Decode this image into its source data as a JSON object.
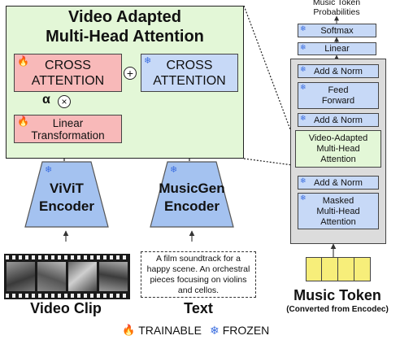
{
  "attention_panel": {
    "title_line1": "Video Adapted",
    "title_line2": "Multi-Head Attention",
    "cross_attention_trainable_line1": "CROSS",
    "cross_attention_trainable_line2": "ATTENTION",
    "cross_attention_frozen_line1": "CROSS",
    "cross_attention_frozen_line2": "ATTENTION",
    "plus_symbol": "+",
    "alpha_symbol": "α",
    "times_symbol": "×",
    "linear_line1": "Linear",
    "linear_line2": "Transformation"
  },
  "encoders": {
    "vivit_line1": "ViViT",
    "vivit_line2": "Encoder",
    "musicgen_line1": "MusicGen",
    "musicgen_line2": "Encoder"
  },
  "inputs": {
    "video_label": "Video Clip",
    "text_prompt": "A film soundtrack for a happy scene. An orchestral pieces focusing on violins and cellos.",
    "text_label": "Text"
  },
  "decoder": {
    "output_label_line1": "Music Token",
    "output_label_line2": "Probabilities",
    "softmax": "Softmax",
    "linear": "Linear",
    "add_norm_top": "Add & Norm",
    "feed_forward_line1": "Feed",
    "feed_forward_line2": "Forward",
    "add_norm_mid": "Add & Norm",
    "video_adapted_line1": "Video-Adapted",
    "video_adapted_line2": "Multi-Head",
    "video_adapted_line3": "Attention",
    "add_norm_bottom": "Add & Norm",
    "masked_line1": "Masked",
    "masked_line2": "Multi-Head",
    "masked_line3": "Attention",
    "token_count": 4,
    "music_token_title": "Music Token",
    "music_token_subtitle": "(Converted from Encodec)"
  },
  "legend": {
    "trainable_label": "TRAINABLE",
    "frozen_label": "FROZEN"
  },
  "icons": {
    "trainable": "flame-icon",
    "frozen": "snowflake-icon"
  },
  "colors": {
    "panel_green": "#e3f7d7",
    "trainable_red": "#f8b9b9",
    "frozen_blue": "#c7d9f7",
    "encoder_blue": "#a4c2f0",
    "token_yellow": "#f7ee7a",
    "decoder_grey": "#dcdcdc"
  }
}
